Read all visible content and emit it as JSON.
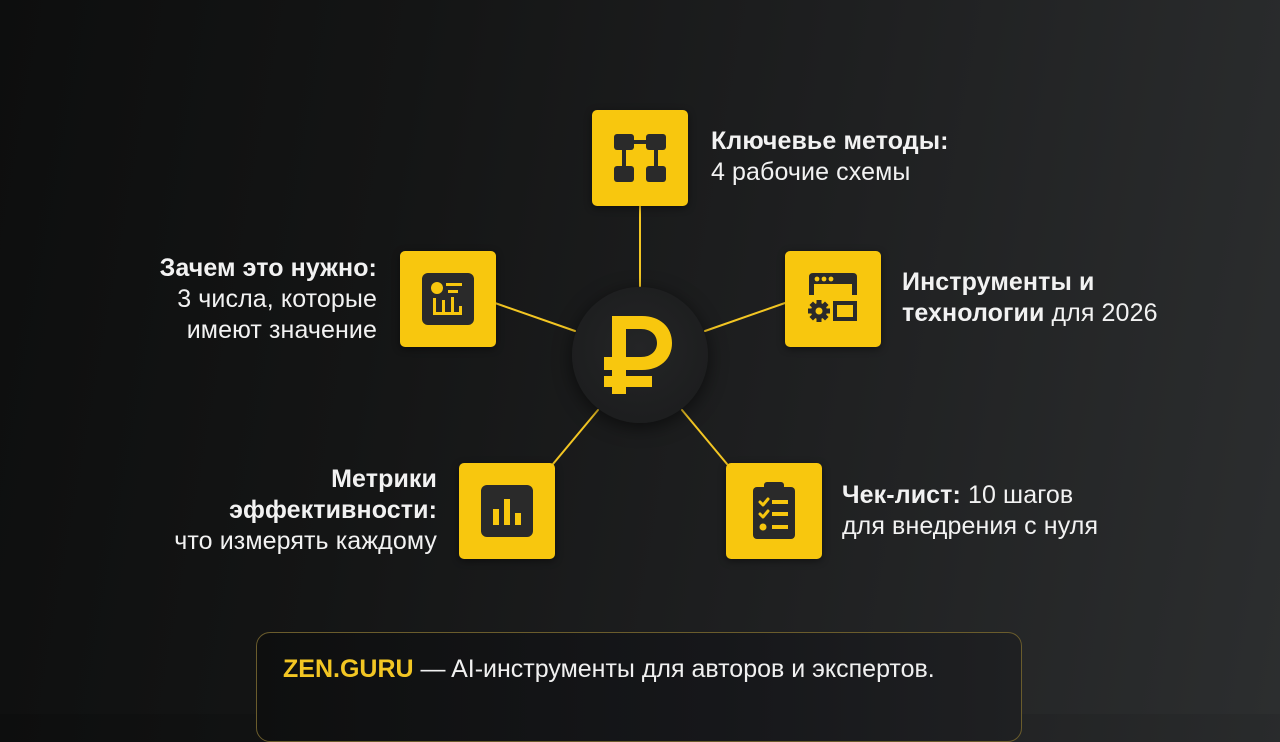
{
  "colors": {
    "accent": "#f8c70e",
    "icon_dark": "#2a2a2a",
    "background_left": "#0d0e0e",
    "background_right": "#2c2e2f",
    "text": "#f2f2f2",
    "footer_border": "#6a5c2c"
  },
  "center": {
    "icon": "ruble-icon",
    "symbol": "₽"
  },
  "nodes": [
    {
      "id": "key-methods",
      "icon": "flowchart-icon",
      "title": "Ключевье методы:",
      "subtitle": "4 рабочие схемы"
    },
    {
      "id": "why-needed",
      "icon": "dashboard-icon",
      "title": "Зачем это нужно:",
      "subtitle_line1": "3 числа, которые",
      "subtitle_line2": "имеют значение"
    },
    {
      "id": "tools-tech",
      "icon": "app-settings-icon",
      "title_line1": "Инструменты и",
      "title_line2": "технологии",
      "subtitle": " для 2026"
    },
    {
      "id": "metrics",
      "icon": "bar-chart-icon",
      "title_line1": "Метрики",
      "title_line2": "эффективности:",
      "subtitle": "что измерять каждому"
    },
    {
      "id": "checklist",
      "icon": "clipboard-checklist-icon",
      "title": "Чек-лист:",
      "subtitle_line1": " 10 шагов",
      "subtitle_line2": "для внедрения с нуля"
    }
  ],
  "footer": {
    "brand": "ZEN.GURU",
    "text": " — AI-инструменты для авторов и экспертов."
  }
}
